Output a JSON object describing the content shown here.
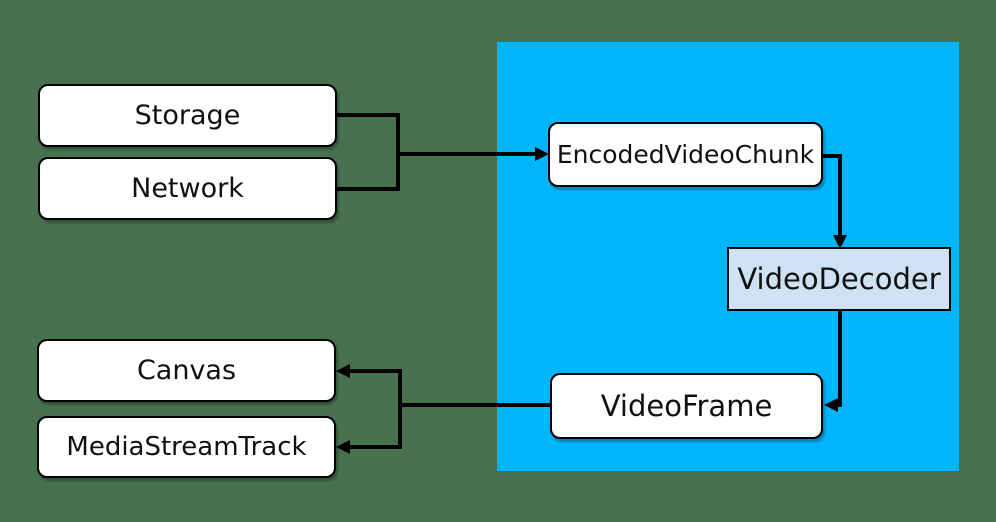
{
  "diagram": {
    "colors": {
      "background": "#48724F",
      "region_fill": "#00B5FC",
      "node_fill": "#FFFFFF",
      "decoder_node_fill": "#CFE2F3",
      "border_and_lines": "#000000"
    },
    "nodes": {
      "storage": "Storage",
      "network": "Network",
      "encoded_video_chunk": "EncodedVideoChunk",
      "video_decoder": "VideoDecoder",
      "video_frame": "VideoFrame",
      "canvas": "Canvas",
      "media_stream_track": "MediaStreamTrack"
    }
  }
}
